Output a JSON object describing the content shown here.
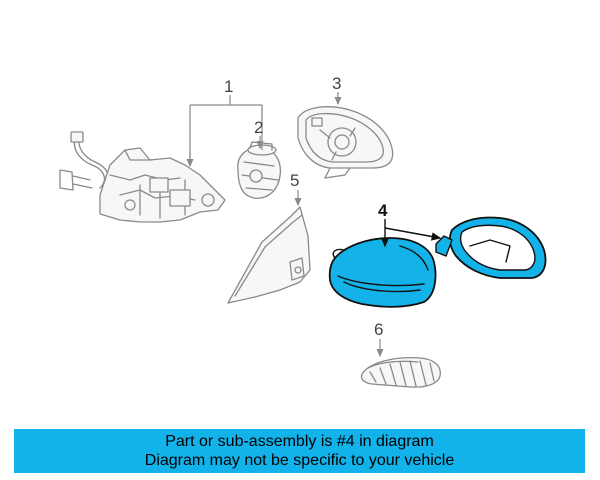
{
  "callouts": [
    "1",
    "2",
    "3",
    "4",
    "5",
    "6"
  ],
  "highlighted_part": "4",
  "colors": {
    "highlight": "#13b3ea",
    "banner": "#12b2ea",
    "outline": "#8a8a8a"
  },
  "banner": {
    "line1": "Part or sub-assembly is #4 in diagram",
    "line2": "Diagram may not be specific to your vehicle"
  }
}
